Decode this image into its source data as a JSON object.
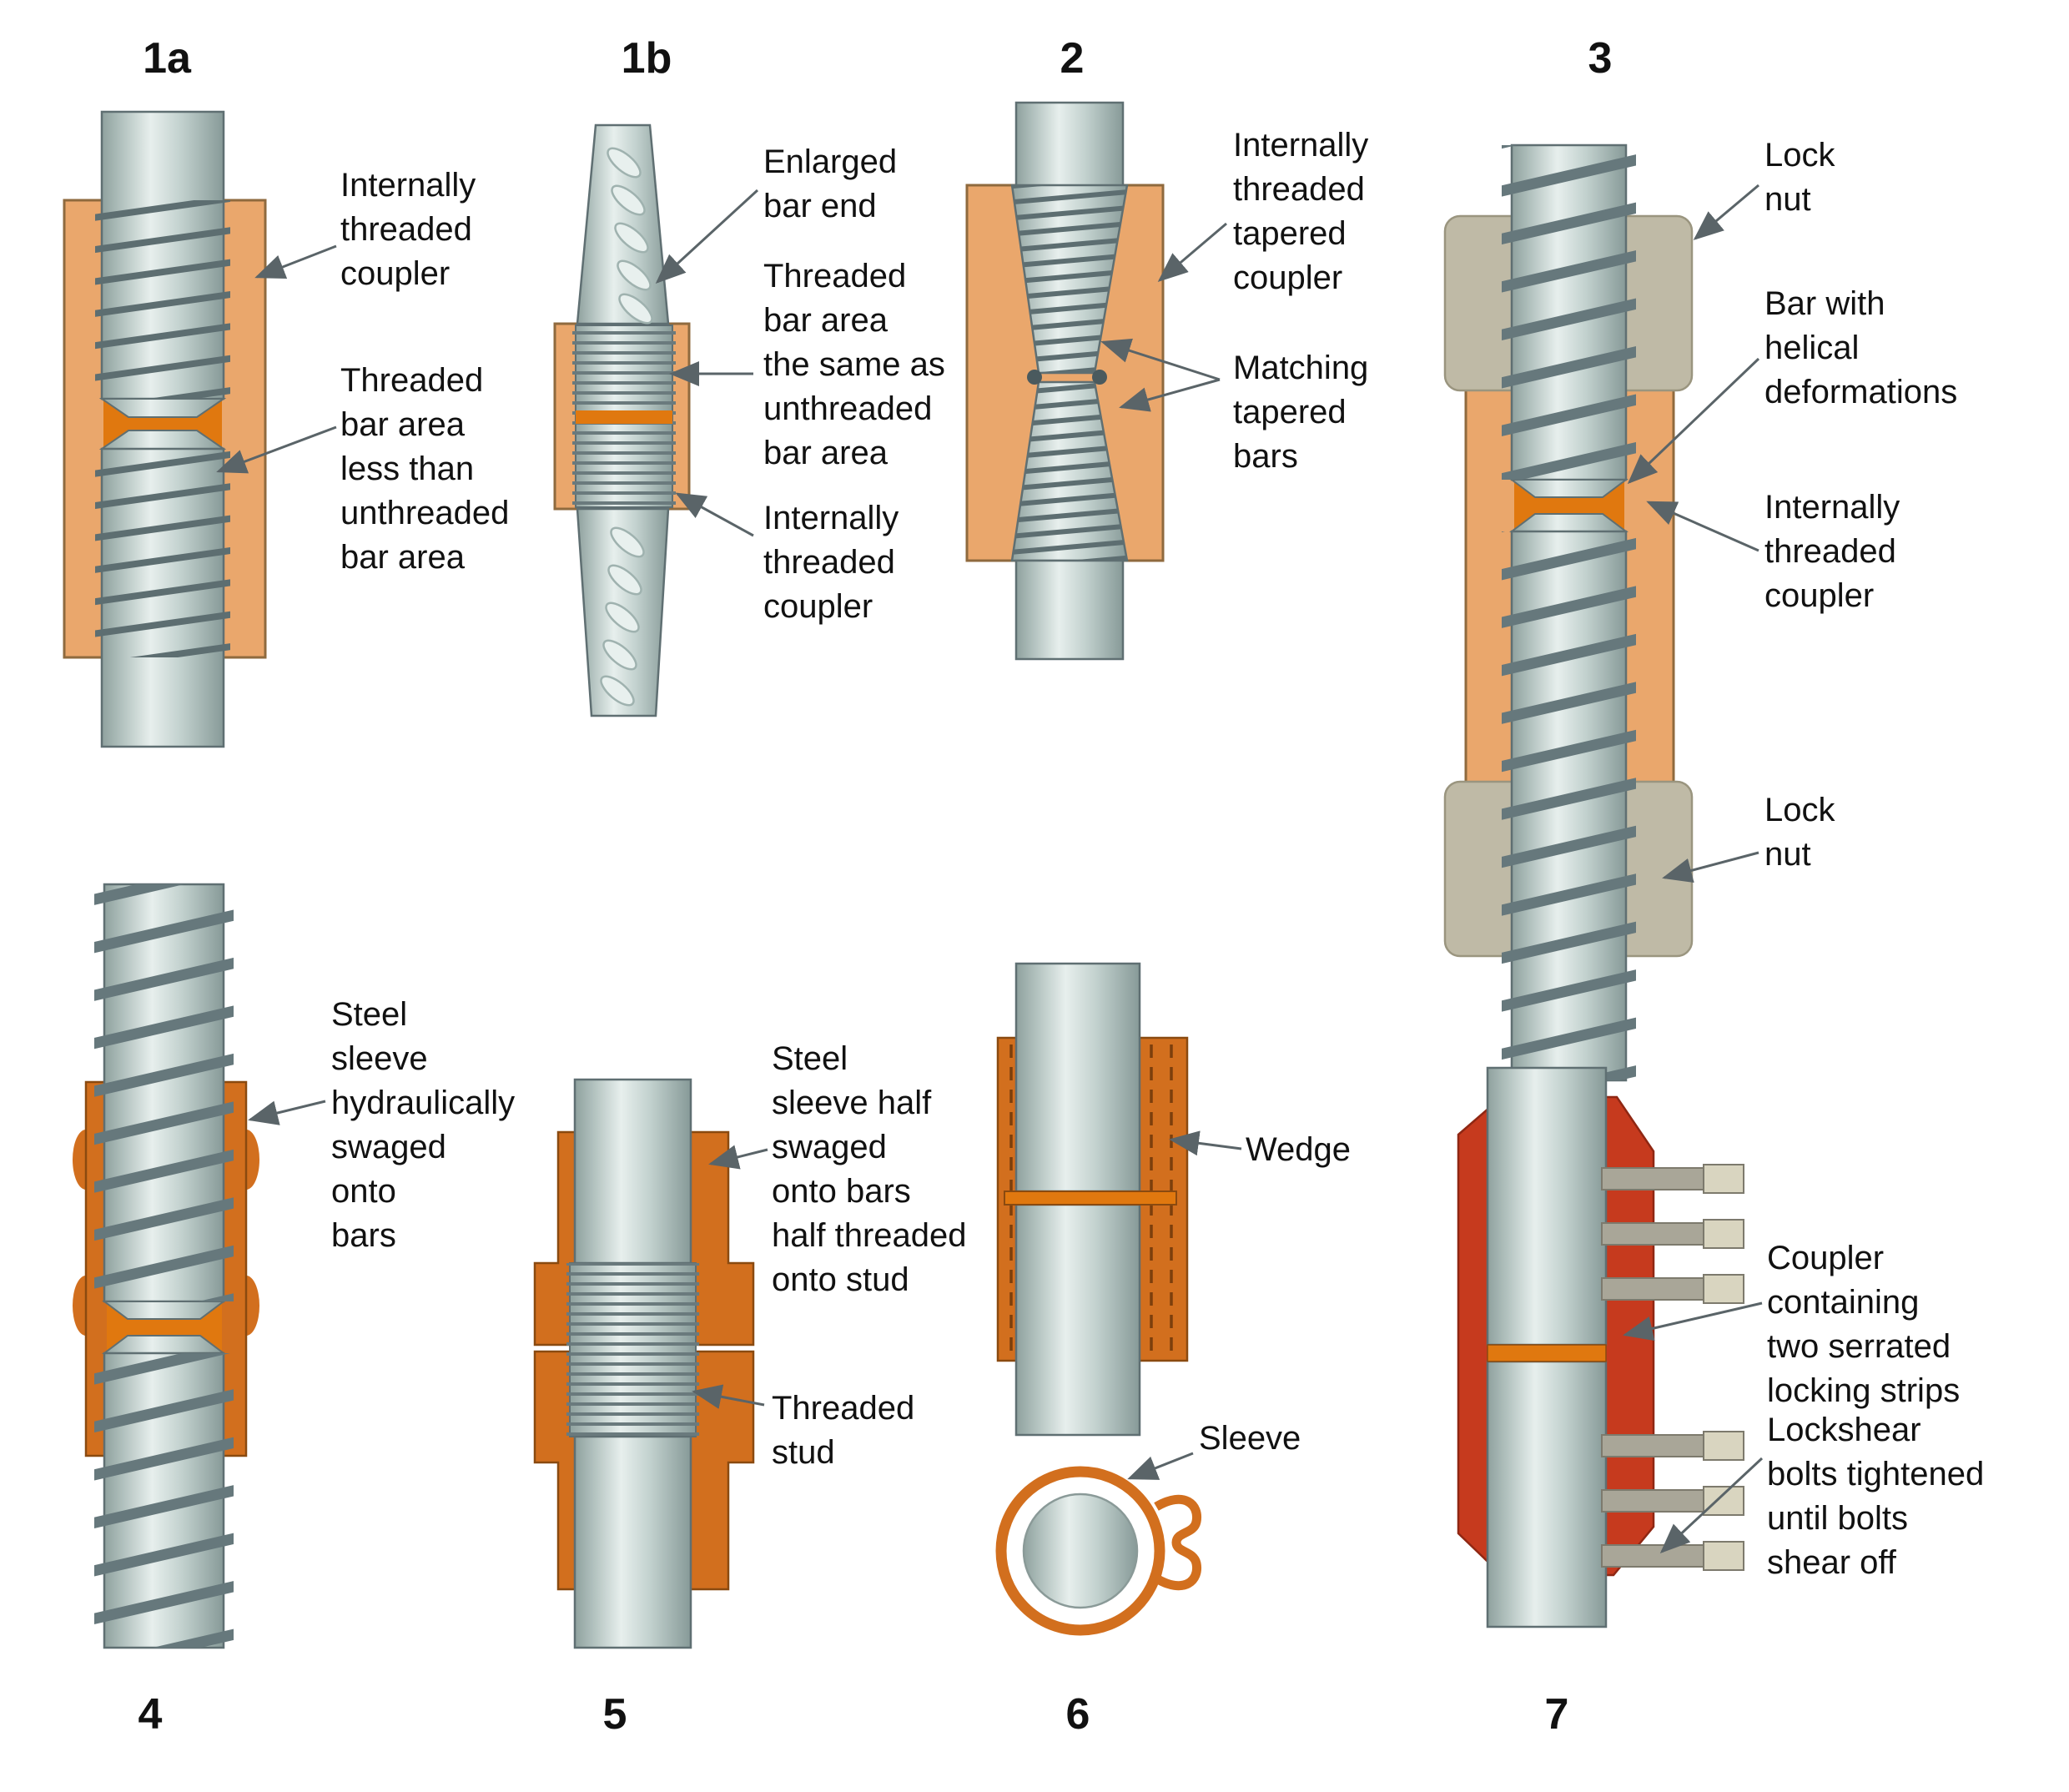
{
  "colors": {
    "background": "#ffffff",
    "coupler_orange": "#EAA76C",
    "coupler_border": "#8f6a3e",
    "gap_orange": "#E0780F",
    "sleeve_dark_orange": "#D26F1E",
    "sleeve_border": "#8a4a10",
    "coupler_red": "#C63A1E",
    "steel_light": "#E9F0EE",
    "steel_dark": "#8C9E9C",
    "thread_line": "#5d6e71",
    "nut_gray": "#BFBAA6",
    "bolt_gray": "#A9A698",
    "bolt_head": "#D9D5C0",
    "label_text": "#111111",
    "arrow_gray": "#5a6468"
  },
  "figures": {
    "fig1a": {
      "number": "1a",
      "labels": {
        "coupler": "Internally\nthreaded\ncoupler",
        "bar_area": "Threaded\nbar area\nless than\nunthreaded\nbar area"
      }
    },
    "fig1b": {
      "number": "1b",
      "labels": {
        "bar_end": "Enlarged\nbar end",
        "bar_area": "Threaded\nbar area\nthe same as\nunthreaded\nbar area",
        "coupler": "Internally\nthreaded\ncoupler"
      }
    },
    "fig2": {
      "number": "2",
      "labels": {
        "coupler": "Internally\nthreaded\ntapered\ncoupler",
        "bars": "Matching\ntapered\nbars"
      }
    },
    "fig3": {
      "number": "3",
      "labels": {
        "lock_nut_top": "Lock\nnut",
        "bar": "Bar with\nhelical\ndeformations",
        "coupler": "Internally\nthreaded\ncoupler",
        "lock_nut_bottom": "Lock\nnut"
      }
    },
    "fig4": {
      "number": "4",
      "labels": {
        "sleeve": "Steel\nsleeve\nhydraulically\nswaged\nonto\nbars"
      }
    },
    "fig5": {
      "number": "5",
      "labels": {
        "sleeve": "Steel\nsleeve half\nswaged\nonto bars\nhalf threaded\nonto stud",
        "stud": "Threaded\nstud"
      }
    },
    "fig6": {
      "number": "6",
      "labels": {
        "wedge": "Wedge",
        "sleeve": "Sleeve"
      }
    },
    "fig7": {
      "number": "7",
      "labels": {
        "coupler": "Coupler\ncontaining\ntwo serrated\nlocking strips",
        "bolts": "Lockshear\nbolts tightened\nuntil bolts\nshear off"
      }
    }
  }
}
